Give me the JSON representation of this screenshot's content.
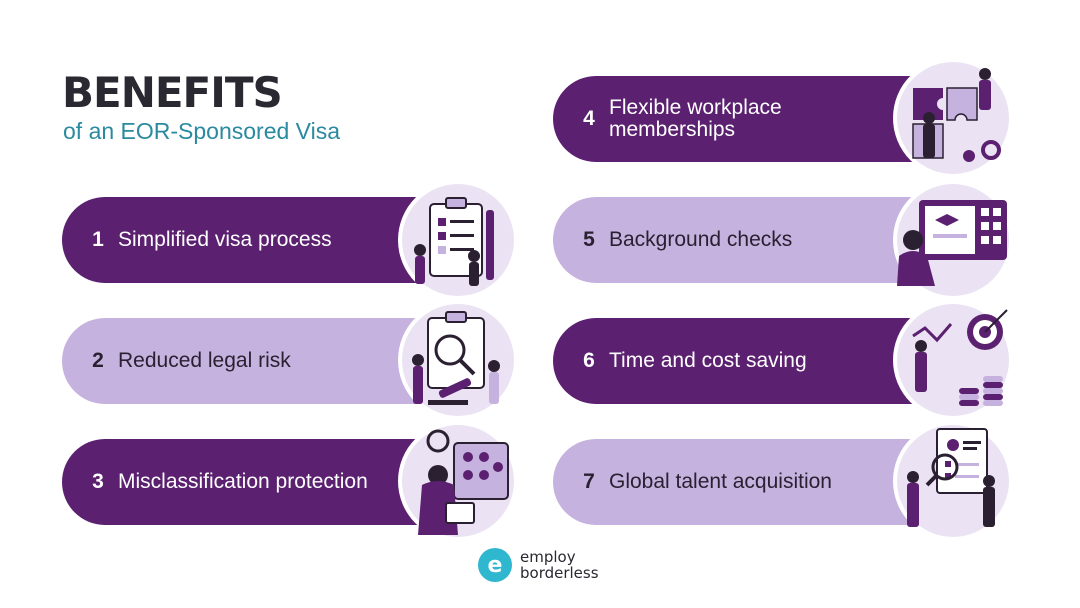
{
  "header": {
    "title": "BENEFITS",
    "subtitle": "of an EOR-Sponsored Visa"
  },
  "benefits": [
    {
      "number": "1",
      "label": "Simplified visa process",
      "style": "dark",
      "icon": "clipboard-checklist-icon"
    },
    {
      "number": "2",
      "label": "Reduced legal risk",
      "style": "light",
      "icon": "magnifier-gavel-icon"
    },
    {
      "number": "3",
      "label": "Misclassification protection",
      "style": "dark",
      "icon": "gears-tablet-icon"
    },
    {
      "number": "4",
      "label": "Flexible workplace memberships",
      "style": "dark",
      "icon": "puzzle-team-icon"
    },
    {
      "number": "5",
      "label": "Background checks",
      "style": "light",
      "icon": "checklist-screen-icon"
    },
    {
      "number": "6",
      "label": "Time and cost saving",
      "style": "dark",
      "icon": "target-coins-icon"
    },
    {
      "number": "7",
      "label": "Global talent acquisition",
      "style": "light",
      "icon": "candidate-search-icon"
    }
  ],
  "logo": {
    "mark": "e",
    "line1": "employ",
    "line2": "borderless"
  },
  "colors": {
    "dark_pill": "#5b2070",
    "light_pill": "#c6b2de",
    "title": "#2a2830",
    "subtitle": "#2a8aa0",
    "logo_accent": "#2fb7cf"
  }
}
